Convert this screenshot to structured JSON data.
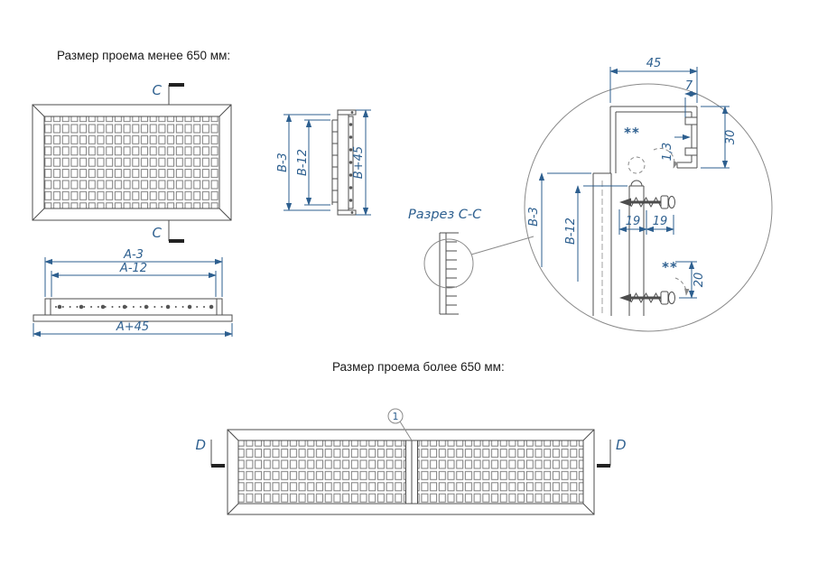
{
  "colors": {
    "dim": "#2d5f8f",
    "line": "#4d4d4d",
    "tick": "#222222",
    "gray": "#8a8a8a",
    "text": "#1a1a1a",
    "grid": "#7d7d7d",
    "bg": "#ffffff"
  },
  "sections": {
    "small": {
      "heading": "Размер проема менее 650 мм:"
    },
    "large": {
      "heading": "Размер проема более 650 мм:"
    },
    "section_label": "Разрез C-C"
  },
  "front_view": {
    "cut_top": "C",
    "cut_bottom": "C"
  },
  "side_view": {
    "dim_b3": "B-3",
    "dim_b12": "B-12",
    "dim_outer": "B+45"
  },
  "top_view": {
    "dim_a3": "A-3",
    "dim_a12": "A-12",
    "dim_a45": "A+45"
  },
  "detail": {
    "dim_45": "45",
    "dim_7": "7",
    "dim_30": "30",
    "dim_13": "1,3",
    "dim_b3": "B-3",
    "dim_b12": "B-12",
    "dim_19a": "19",
    "dim_19b": "19",
    "dim_20": "20",
    "note_top": "**",
    "note_bottom": "**"
  },
  "large_view": {
    "cut_left": "D",
    "cut_right": "D",
    "callout": "1"
  }
}
